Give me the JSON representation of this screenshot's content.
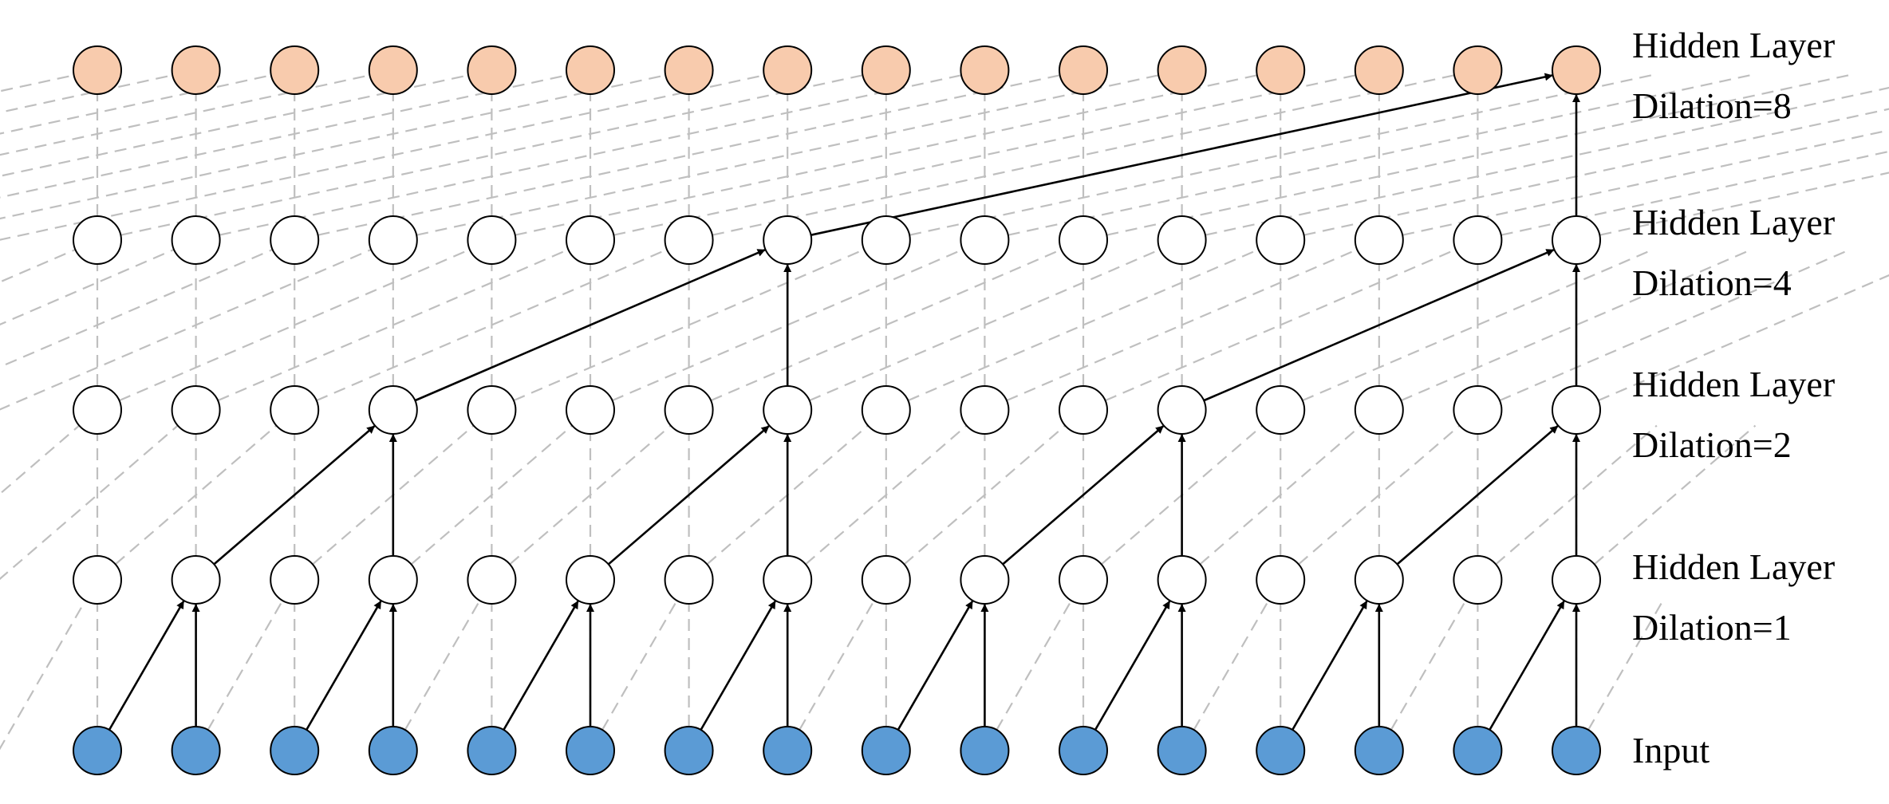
{
  "colors": {
    "input_fill": "#5b9bd5",
    "output_fill": "#f8cbad",
    "hidden_fill": "#ffffff",
    "node_stroke": "#000000",
    "dashed_line": "#bfbfbf",
    "arrow": "#000000"
  },
  "diagram": {
    "type": "dilated causal convolution",
    "nodes_per_layer": 16,
    "layers": [
      {
        "id": "input",
        "label": "Input",
        "sublabel": "",
        "fill": "input_fill",
        "dilation": null
      },
      {
        "id": "hidden-1",
        "label": "Hidden Layer",
        "sublabel": "Dilation=1",
        "fill": "hidden_fill",
        "dilation": 1
      },
      {
        "id": "hidden-2",
        "label": "Hidden Layer",
        "sublabel": "Dilation=2",
        "fill": "hidden_fill",
        "dilation": 2
      },
      {
        "id": "hidden-4",
        "label": "Hidden Layer",
        "sublabel": "Dilation=4",
        "fill": "hidden_fill",
        "dilation": 4
      },
      {
        "id": "hidden-8",
        "label": "Hidden Layer",
        "sublabel": "Dilation=8",
        "fill": "output_fill",
        "dilation": 8
      }
    ]
  }
}
